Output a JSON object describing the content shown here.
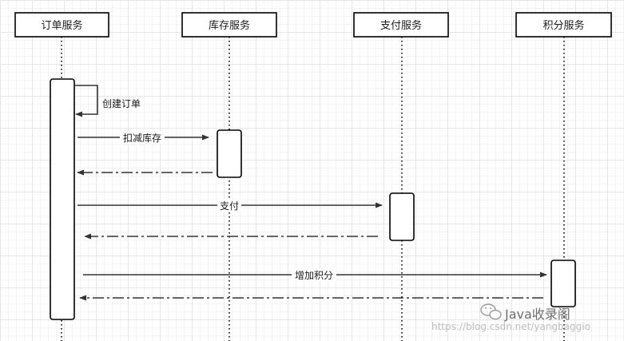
{
  "participants": {
    "order": "订单服务",
    "inventory": "库存服务",
    "payment": "支付服务",
    "points": "积分服务"
  },
  "messages": {
    "create_order": "创建订单",
    "deduct_inventory": "扣减库存",
    "pay": "支付",
    "add_points": "增加积分"
  },
  "watermark": {
    "brand": "Java收录阁",
    "url": "https://blog.csdn.net/yangbaggio"
  }
}
